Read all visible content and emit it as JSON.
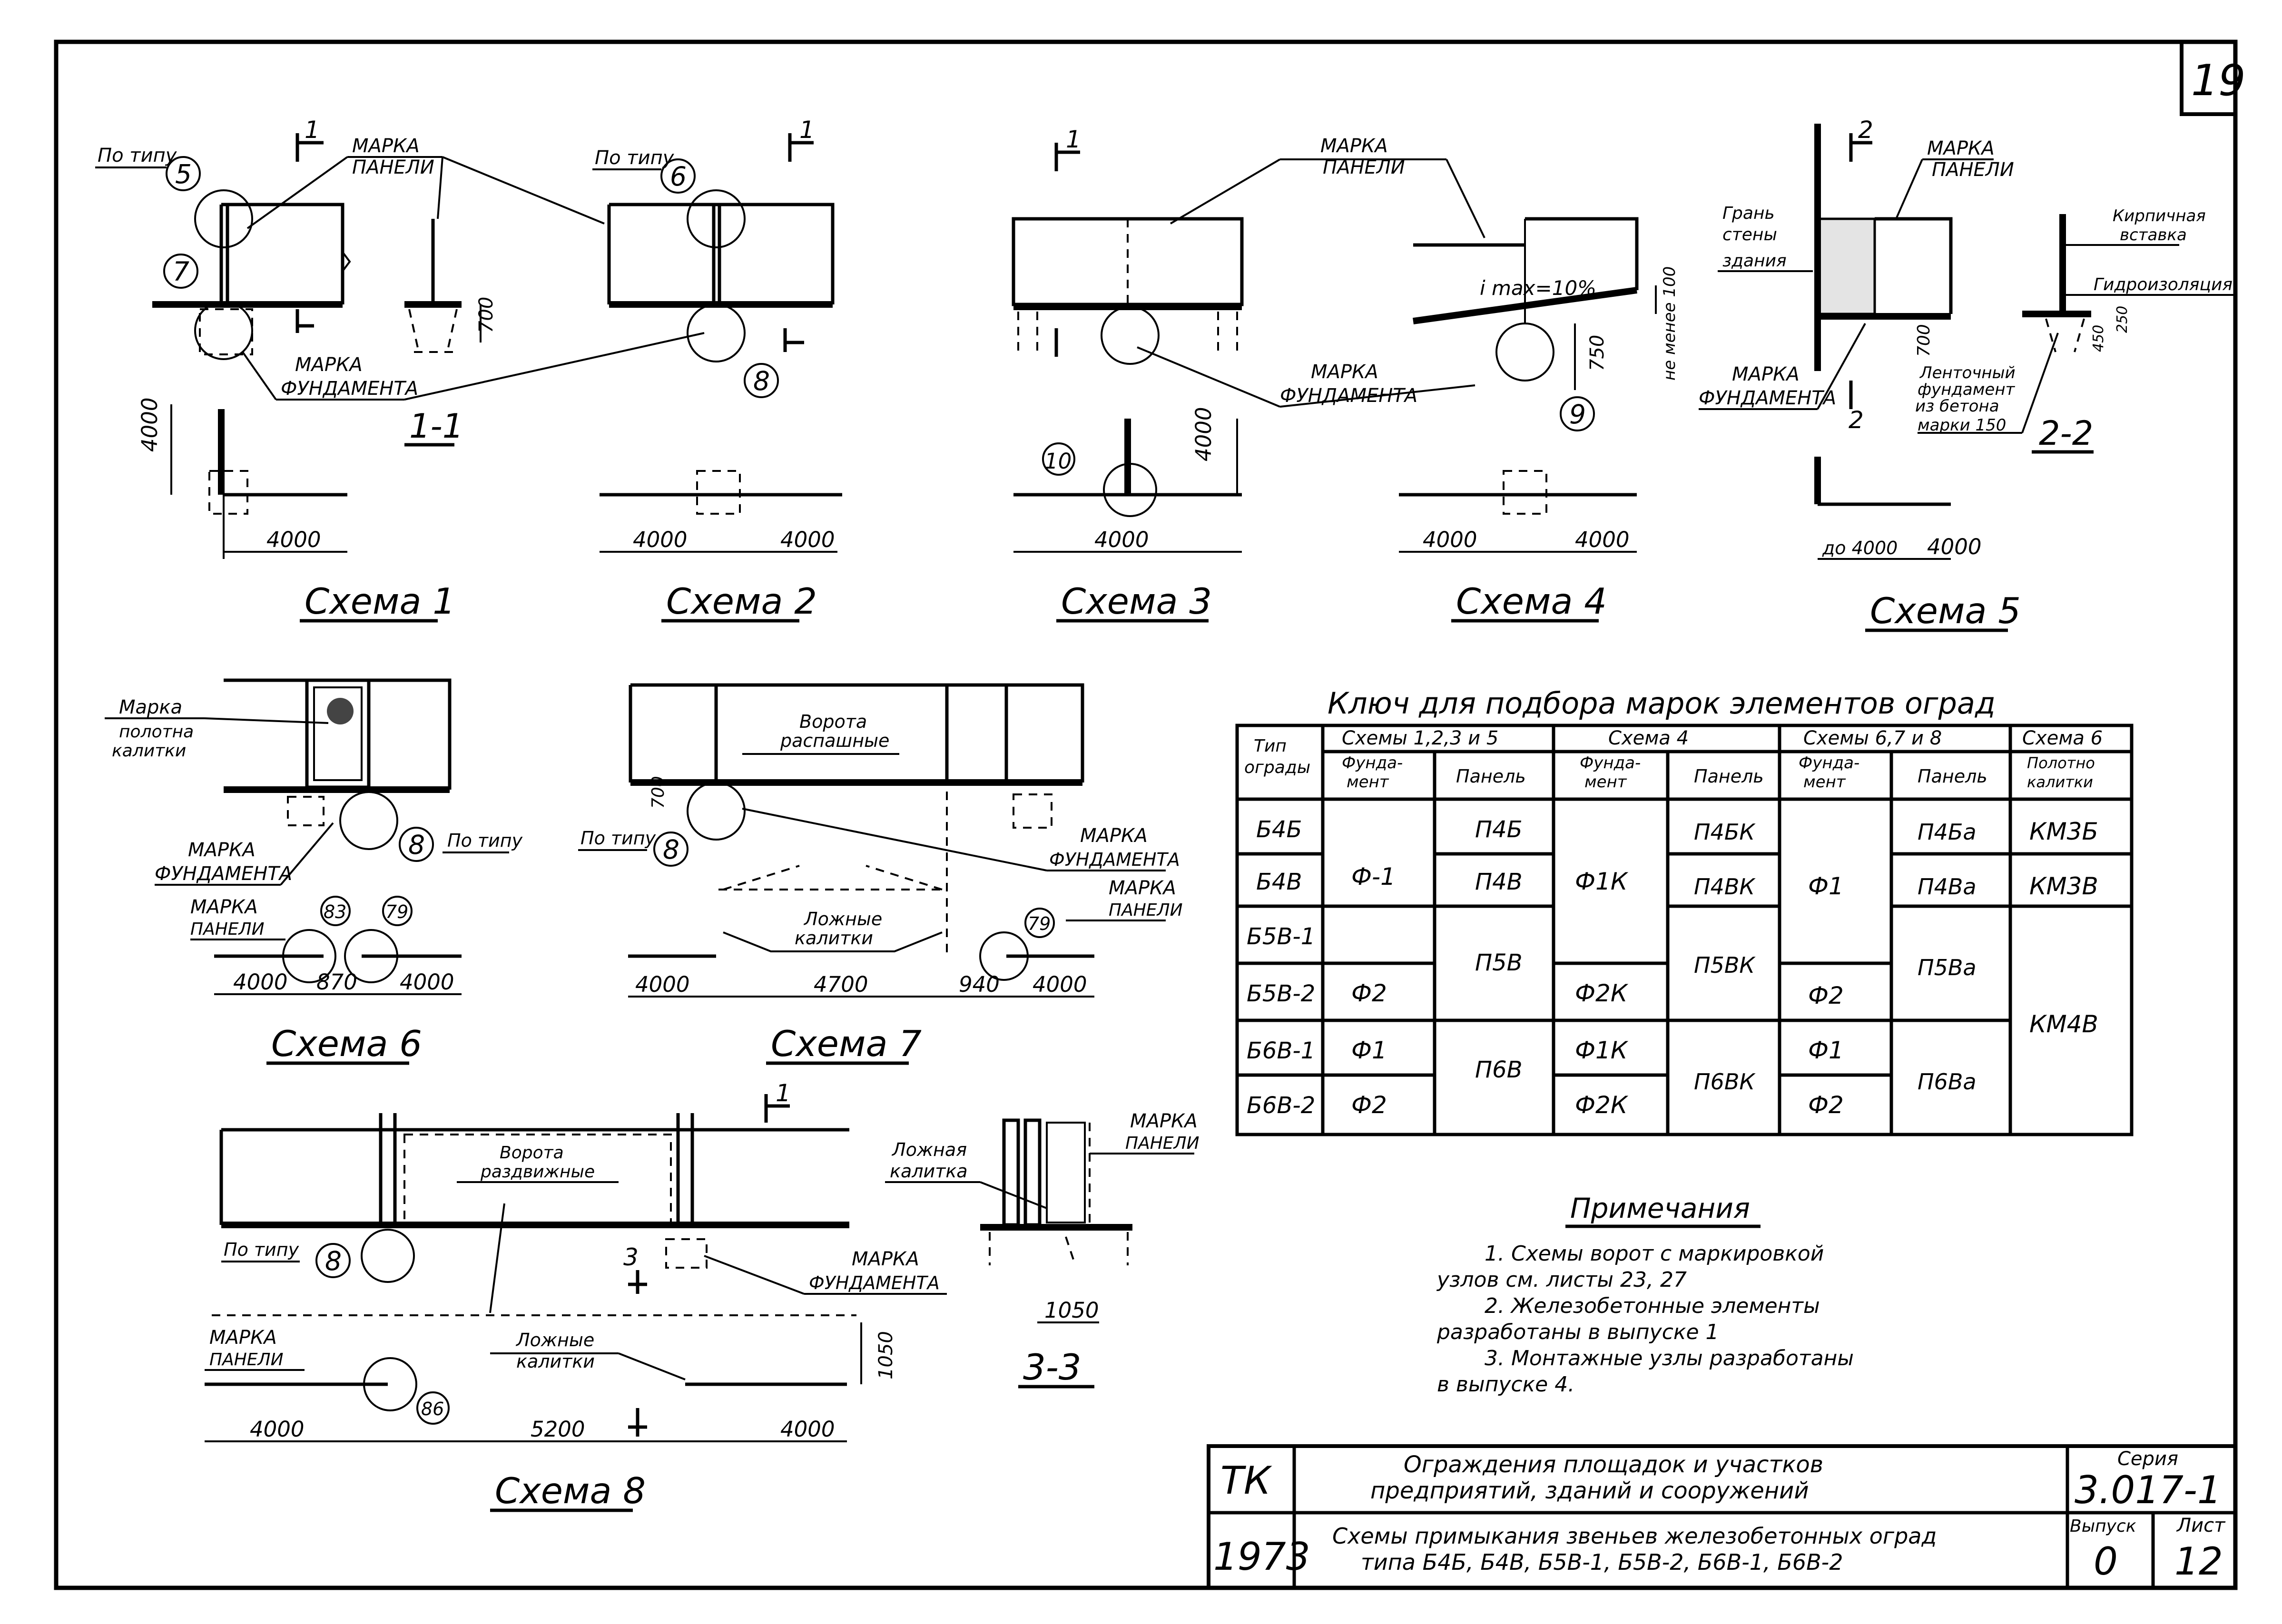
{
  "sheet": {
    "page_number": "19",
    "border": true
  },
  "schemes": {
    "s1": {
      "title": "Схема 1",
      "section": "1-1",
      "marks": {
        "po_tipu": "По типу",
        "n5": "5",
        "n7": "7",
        "panel": "Марка панели",
        "fund": "Марка фундамента",
        "d1": "4000",
        "d2": "4000",
        "h700": "700",
        "cut": "1"
      }
    },
    "s2": {
      "title": "Схема 2",
      "marks": {
        "po_tipu": "По типу",
        "n6": "6",
        "n8": "8",
        "d1": "4000",
        "d2": "4000",
        "cut": "1"
      }
    },
    "s3": {
      "title": "Схема 3",
      "marks": {
        "n10": "10",
        "d1": "4000",
        "h4000": "4000",
        "cut": "1"
      }
    },
    "s4": {
      "title": "Схема 4",
      "marks": {
        "panel": "Марка панели",
        "fund": "Марка фундамента",
        "slope": "i max=10%",
        "min100": "не менее 100",
        "h750": "750",
        "n9": "9",
        "d1": "4000",
        "d2": "4000"
      }
    },
    "s5": {
      "title": "Схема 5",
      "section": "2-2",
      "marks": {
        "gran1": "Грань",
        "gran2": "стены",
        "gran3": "здания",
        "panel": "Марка панели",
        "fund": "Марка фундамента",
        "kirp1": "Кирпичная",
        "kirp2": "вставка",
        "gidro": "Гидроизоляция",
        "lent1": "Ленточный",
        "lent2": "фундамент",
        "lent3": "из бетона",
        "lent4": "марки 150",
        "h700": "700",
        "h450": "450",
        "h250": "250",
        "d1": "до 4000",
        "d2": "4000",
        "cut": "2"
      }
    },
    "s6": {
      "title": "Схема 6",
      "marks": {
        "kal1": "Марка",
        "kal2": "полотна",
        "kal3": "калитки",
        "fund": "Марка фундамента",
        "po_tipu": "По типу",
        "n8": "8",
        "panel": "Марка панели",
        "n83": "83",
        "n79": "79",
        "d1": "4000",
        "d2": "870",
        "d3": "4000"
      }
    },
    "s7": {
      "title": "Схема 7",
      "marks": {
        "vorota1": "Ворота",
        "vorota2": "распашные",
        "po_tipu": "По типу",
        "n8": "8",
        "h700": "700",
        "fund": "Марка фундамента",
        "panel": "Марка панели",
        "lozh1": "Ложные",
        "lozh2": "калитки",
        "n79": "79",
        "d1": "4000",
        "d2": "4700",
        "d3": "940",
        "d4": "4000"
      }
    },
    "s8": {
      "title": "Схема 8",
      "section": "3-3",
      "marks": {
        "vorota1": "Ворота",
        "vorota2": "раздвижные",
        "po_tipu": "По типу",
        "n8": "8",
        "fund": "Марка фундамента",
        "panel": "Марка панели",
        "lozh1": "Ложные",
        "lozh2": "калитки",
        "n86": "86",
        "h1050": "1050",
        "d1": "4000",
        "d2": "5200",
        "d3": "4000",
        "cut1": "1",
        "cut3": "3",
        "lk1": "Ложная",
        "lk2": "калитка",
        "panel2": "Марка панели",
        "d33": "1050"
      }
    }
  },
  "key_table": {
    "title": "Ключ для подбора марок элементов оград",
    "head_groups": [
      "Схемы 1,2,3 и 5",
      "Схема 4",
      "Схемы 6,7 и 8",
      "Схема 6"
    ],
    "col_headers": [
      "Тип ограды",
      "Фунда-мент",
      "Панель",
      "Фунда-мент",
      "Панель",
      "Фунда-мент",
      "Панель",
      "Полотно калитки"
    ],
    "types": [
      "Б4Б",
      "Б4В",
      "Б5В-1",
      "Б5В-2",
      "Б6В-1",
      "Б6В-2"
    ],
    "f_s1235": [
      "Ф-1",
      "Ф2",
      "Ф1",
      "Ф2"
    ],
    "p_s1235": [
      "П4Б",
      "П4В",
      "П5В",
      "П6В"
    ],
    "f_s4": [
      "Ф1К",
      "Ф2К",
      "Ф1К",
      "Ф2К"
    ],
    "p_s4": [
      "П4БК",
      "П4ВК",
      "П5ВК",
      "П6ВК"
    ],
    "f_s678": [
      "Ф1",
      "Ф2",
      "Ф1",
      "Ф2"
    ],
    "p_s678": [
      "П4Ба",
      "П4Ва",
      "П5Ва",
      "П6Ва"
    ],
    "kal_s6": [
      "КМ3Б",
      "КМ3В",
      "КМ4В"
    ]
  },
  "notes": {
    "title": "Примечания",
    "lines": [
      "1. Схемы ворот с маркировкой",
      "узлов см. листы 23, 27",
      "2. Железобетонные элементы",
      "разработаны в выпуске 1",
      "3. Монтажные узлы разработаны",
      "в выпуске 4."
    ]
  },
  "title_block": {
    "org": "ТК",
    "year": "1973",
    "title1": "Ограждения площадок и участков",
    "title2": "предприятий, зданий и сооружений",
    "subtitle1": "Схемы примыкания звеньев железобетонных оград",
    "subtitle2": "типа Б4Б, Б4В, Б5В-1, Б5В-2, Б6В-1, Б6В-2",
    "series_label": "Серия",
    "series": "3.017-1",
    "issue_label": "Выпуск",
    "issue": "0",
    "sheet_label": "Лист",
    "sheet": "12"
  }
}
